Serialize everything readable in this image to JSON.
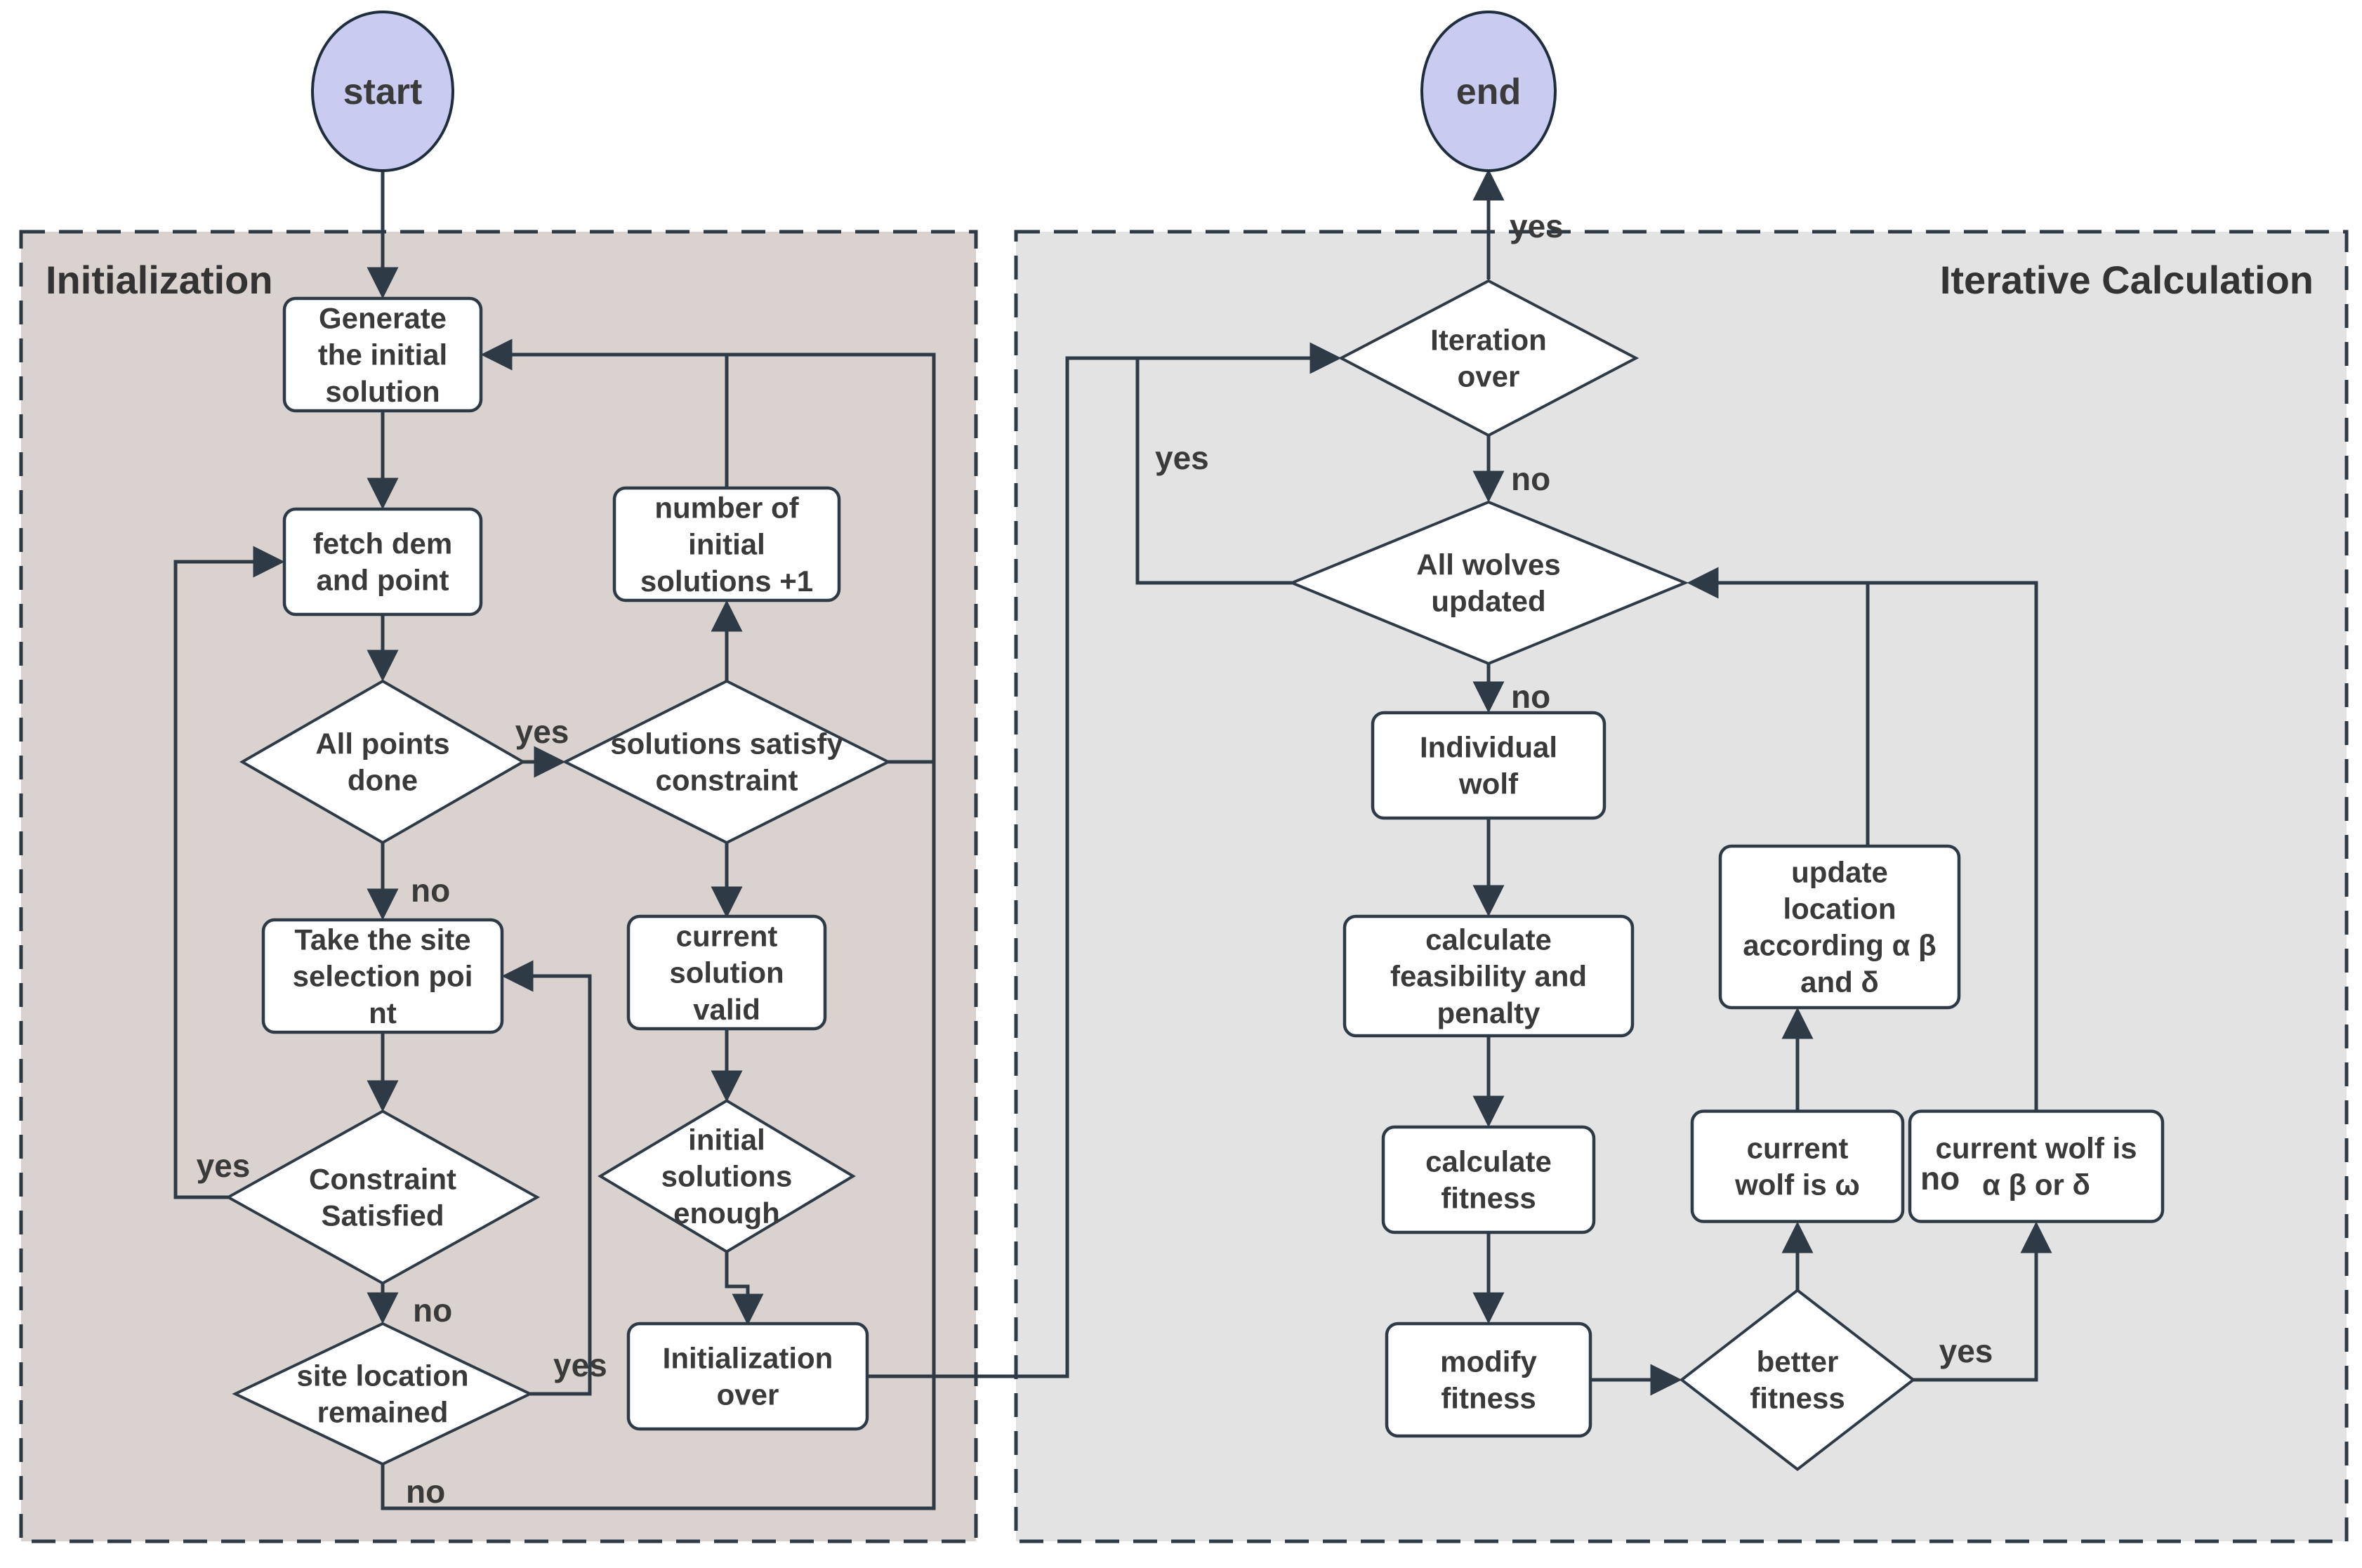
{
  "diagram": {
    "title_panels": [
      {
        "id": "initialization",
        "label": "Initialization"
      },
      {
        "id": "iterative-calculation",
        "label": "Iterative Calculation"
      }
    ],
    "terminals": [
      {
        "id": "start",
        "label": "start"
      },
      {
        "id": "end",
        "label": "end"
      }
    ],
    "nodes": [
      {
        "id": "generate",
        "type": "process",
        "panel": "initialization",
        "label": "Generate\nthe initial\nsolution"
      },
      {
        "id": "fetch",
        "type": "process",
        "panel": "initialization",
        "label": "fetch dem\nand point"
      },
      {
        "id": "all-points",
        "type": "decision",
        "panel": "initialization",
        "label": "All points\ndone"
      },
      {
        "id": "take-site",
        "type": "process",
        "panel": "initialization",
        "label": "Take the site\nselection poi\nnt"
      },
      {
        "id": "constraint",
        "type": "decision",
        "panel": "initialization",
        "label": "Constraint\nSatisfied"
      },
      {
        "id": "site-location",
        "type": "decision",
        "panel": "initialization",
        "label": "site location\nremained"
      },
      {
        "id": "number",
        "type": "process",
        "panel": "initialization",
        "label": "number of\ninitial\nsolutions +1"
      },
      {
        "id": "satisfy",
        "type": "decision",
        "panel": "initialization",
        "label": "solutions satisfy\nconstraint"
      },
      {
        "id": "current-valid",
        "type": "process",
        "panel": "initialization",
        "label": "current\nsolution\nvalid"
      },
      {
        "id": "enough",
        "type": "decision",
        "panel": "initialization",
        "label": "initial\nsolutions\nenough"
      },
      {
        "id": "init-over",
        "type": "process",
        "panel": "initialization",
        "label": "Initialization\nover"
      },
      {
        "id": "iteration-over",
        "type": "decision",
        "panel": "iterative-calculation",
        "label": "Iteration\nover"
      },
      {
        "id": "wolves",
        "type": "decision",
        "panel": "iterative-calculation",
        "label": "All wolves\nupdated"
      },
      {
        "id": "individual",
        "type": "process",
        "panel": "iterative-calculation",
        "label": "Individual\nwolf"
      },
      {
        "id": "feasibility",
        "type": "process",
        "panel": "iterative-calculation",
        "label": "calculate\nfeasibility and\npenalty"
      },
      {
        "id": "fitness",
        "type": "process",
        "panel": "iterative-calculation",
        "label": "calculate\nfitness"
      },
      {
        "id": "modify",
        "type": "process",
        "panel": "iterative-calculation",
        "label": "modify\nfitness"
      },
      {
        "id": "better",
        "type": "decision",
        "panel": "iterative-calculation",
        "label": "better\nfitness"
      },
      {
        "id": "omega",
        "type": "process",
        "panel": "iterative-calculation",
        "label": "current\nwolf is ω"
      },
      {
        "id": "abd",
        "type": "process",
        "panel": "iterative-calculation",
        "label": "current wolf is\nα β or δ"
      },
      {
        "id": "update",
        "type": "process",
        "panel": "iterative-calculation",
        "label": "update\nlocation\naccording α β\nand δ"
      }
    ],
    "edge_labels": [
      {
        "id": "e4",
        "text": "yes"
      },
      {
        "id": "e5",
        "text": "no"
      },
      {
        "id": "e7",
        "text": "yes"
      },
      {
        "id": "e8",
        "text": "no"
      },
      {
        "id": "e9",
        "text": "yes"
      },
      {
        "id": "e10",
        "text": "no"
      },
      {
        "id": "e15b",
        "text": "yes"
      },
      {
        "id": "e16",
        "text": "yes"
      },
      {
        "id": "e17",
        "text": "no"
      },
      {
        "id": "e18",
        "text": "no"
      },
      {
        "id": "omega-no",
        "text": "no"
      },
      {
        "id": "e24",
        "text": "yes"
      }
    ],
    "colors": {
      "terminal_fill": "#c9cbf1",
      "panel_initialization": "#d9d2ce",
      "panel_iterative": "#e3e3e3",
      "node_fill": "#ffffff",
      "line": "#2e3b47",
      "text": "#3a3a3a"
    }
  }
}
